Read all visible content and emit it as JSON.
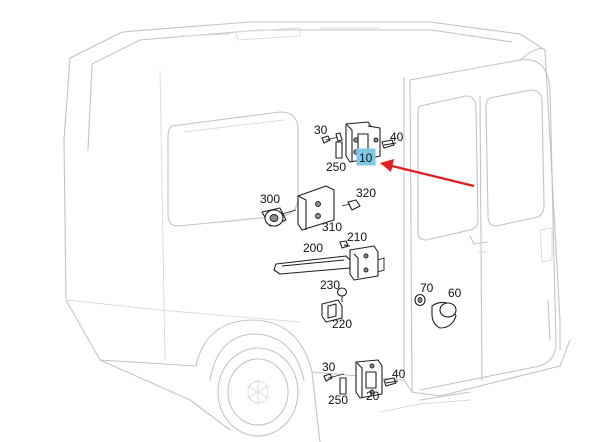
{
  "diagram": {
    "highlight_color": "#7ec8e8",
    "arrow_color": "#e02020",
    "highlighted_label": "10",
    "labels": {
      "l30_top": "30",
      "l40_top": "40",
      "l10": "10",
      "l250_top": "250",
      "l300": "300",
      "l320": "320",
      "l310": "310",
      "l210": "210",
      "l200": "200",
      "l230": "230",
      "l220": "220",
      "l70": "70",
      "l60": "60",
      "l30_bot": "30",
      "l40_bot": "40",
      "l250_bot": "250",
      "l20": "20"
    }
  }
}
